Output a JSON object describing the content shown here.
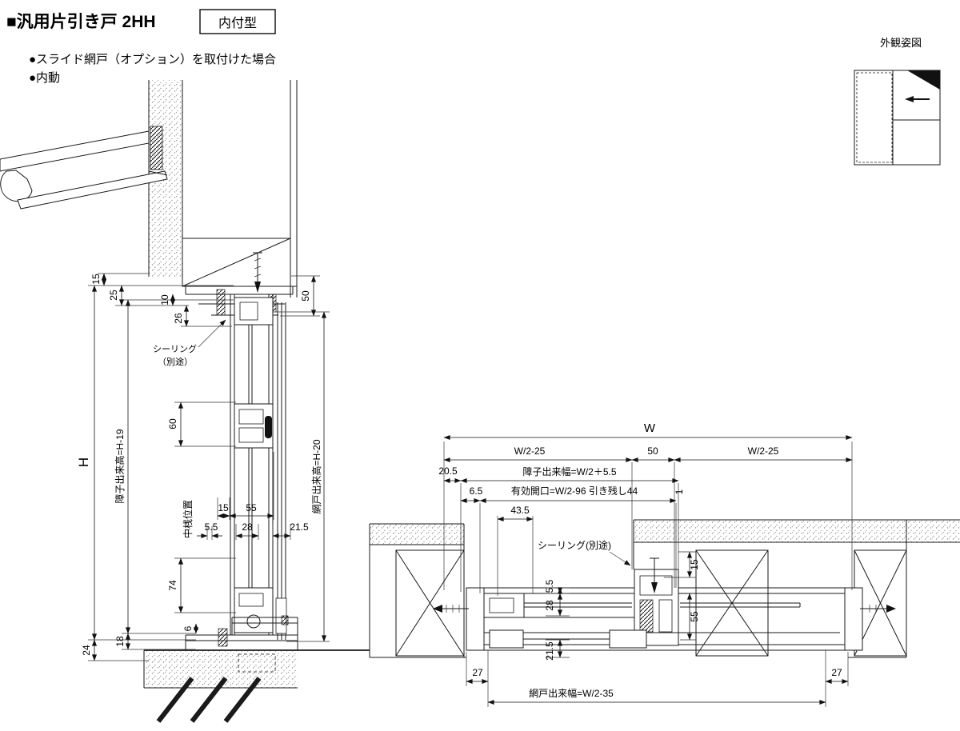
{
  "header": {
    "title": "■汎用片引き戸 2HH",
    "type_badge": "内付型",
    "note1": "●スライド網戸（オプション）を取付けた場合",
    "note2": "●内動",
    "appearance_title": "外観姿図"
  },
  "vertical_section": {
    "dim_h": "H",
    "shoji_height": "障子出来高=H-19",
    "amido_height": "網戸出来高=H-20",
    "sealing_line1": "シーリング",
    "sealing_line2": "（別途）",
    "nakazan": "中桟位置",
    "d15_top": "15",
    "d25": "25",
    "d10": "10",
    "d26": "26",
    "d50": "50",
    "d60": "60",
    "d74": "74",
    "d15_mid": "15",
    "d55": "55",
    "d5_5": "5.5",
    "d28": "28",
    "d21_5": "21.5",
    "d6": "6",
    "d18": "18",
    "d24": "24"
  },
  "horizontal_section": {
    "dim_w": "W",
    "w2_25_left": "W/2-25",
    "d50": "50",
    "w2_25_right": "W/2-25",
    "d20_5": "20.5",
    "shoji_width": "障子出来幅=W/2＋5.5",
    "d6_5": "6.5",
    "yuko_kaiko": "有効開口=W/2-96 引き残し44",
    "d43_5": "43.5",
    "d1": "1",
    "sealing": "シーリング(別途)",
    "d15": "15",
    "d5_5": "5.5",
    "d28": "28",
    "d55": "55",
    "d21_5": "21.5",
    "d27_left": "27",
    "d27_right": "27",
    "amido_width": "網戸出来幅=W/2-35"
  }
}
